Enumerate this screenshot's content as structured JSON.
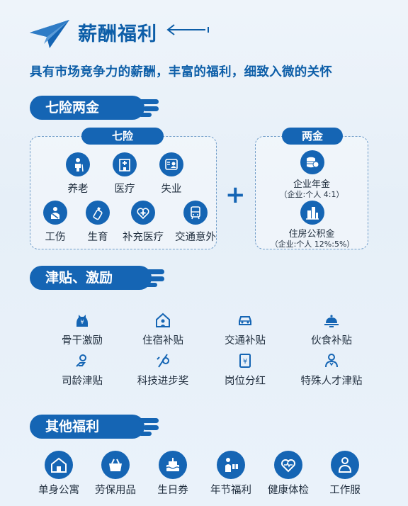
{
  "header": {
    "title": "薪酬福利",
    "subtitle": "具有市场竞争力的薪酬，丰富的福利，细致入微的关怀"
  },
  "section1": {
    "heading": "七险两金",
    "qixian": {
      "label": "七险",
      "items": [
        {
          "label": "养老",
          "icon": "elderly-icon"
        },
        {
          "label": "医疗",
          "icon": "hospital-icon"
        },
        {
          "label": "失业",
          "icon": "id-card-icon"
        },
        {
          "label": "工伤",
          "icon": "injury-icon"
        },
        {
          "label": "生育",
          "icon": "baby-bottle-icon"
        },
        {
          "label": "补充医疗",
          "icon": "heart-cross-icon"
        },
        {
          "label": "交通意外",
          "icon": "bus-icon"
        }
      ]
    },
    "plus": "+",
    "liangjin": {
      "label": "两金",
      "items": [
        {
          "label": "企业年金",
          "note": "（企业:个人  4:1）",
          "icon": "coins-icon"
        },
        {
          "label": "住房公积金",
          "note": "（企业:个人  12%:5%）",
          "icon": "buildings-icon"
        }
      ]
    }
  },
  "section2": {
    "heading": "津贴、激励",
    "items": [
      {
        "label": "骨干激励",
        "icon": "yen-bag-icon"
      },
      {
        "label": "住宿补贴",
        "icon": "house-icon"
      },
      {
        "label": "交通补贴",
        "icon": "car-icon"
      },
      {
        "label": "伙食补贴",
        "icon": "food-cloche-icon"
      },
      {
        "label": "司龄津贴",
        "icon": "seniority-icon"
      },
      {
        "label": "科技进步奖",
        "icon": "tech-award-icon"
      },
      {
        "label": "岗位分红",
        "icon": "yen-doc-icon"
      },
      {
        "label": "特殊人才津贴",
        "icon": "talent-icon"
      }
    ]
  },
  "section3": {
    "heading": "其他福利",
    "items": [
      {
        "label": "单身公寓",
        "icon": "apartment-icon"
      },
      {
        "label": "劳保用品",
        "icon": "basket-icon"
      },
      {
        "label": "生日券",
        "icon": "cake-icon"
      },
      {
        "label": "年节福利",
        "icon": "gift-person-icon"
      },
      {
        "label": "健康体检",
        "icon": "health-check-icon"
      },
      {
        "label": "工作服",
        "icon": "uniform-icon"
      }
    ]
  },
  "colors": {
    "primary": "#1565b4",
    "title": "#0d5ea8",
    "background": "#eaf2fa"
  }
}
